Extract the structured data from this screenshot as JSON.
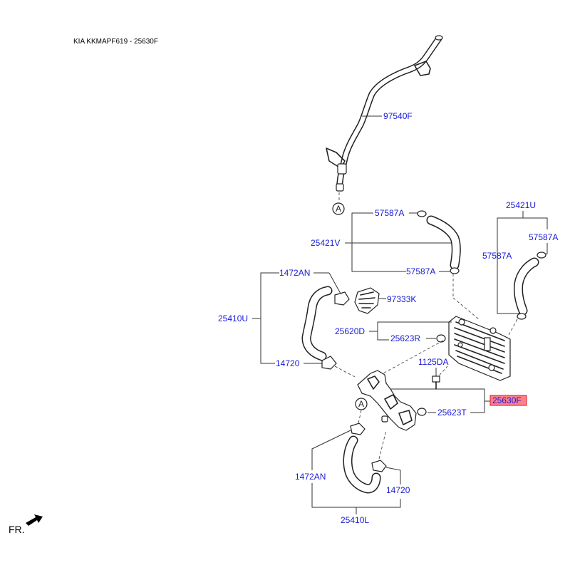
{
  "header": {
    "title": "KIA KKMAPF619 - 25630F"
  },
  "labels": {
    "p97540F": "97540F",
    "pA_top": "A",
    "p57587A_1": "57587A",
    "p25421V": "25421V",
    "p57587A_2": "57587A",
    "p25421U": "25421U",
    "p57587A_3": "57587A",
    "p57587A_4": "57587A",
    "p1472AN_1": "1472AN",
    "p97333K": "97333K",
    "p25410U": "25410U",
    "p25620D": "25620D",
    "p25623R": "25623R",
    "p14720_1": "14720",
    "p1125DA": "1125DA",
    "p25630F": "25630F",
    "p25623T": "25623T",
    "pA_bottom": "A",
    "p1472AN_2": "1472AN",
    "p14720_2": "14720",
    "p25410L": "25410L"
  },
  "highlight": {
    "part": "25630F",
    "fill": "#ff7f8a",
    "border": "#d11a2a"
  },
  "colors": {
    "label": "#1a1ad9",
    "line": "#222222"
  },
  "footer": {
    "direction": "FR."
  }
}
